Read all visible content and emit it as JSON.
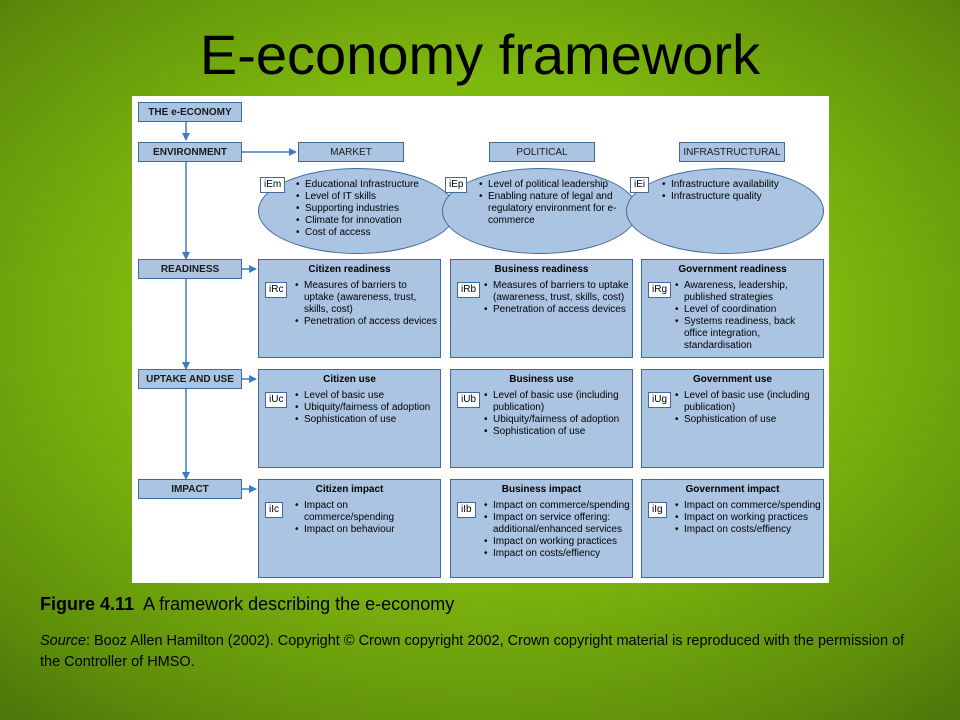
{
  "slide": {
    "title": "E-economy framework"
  },
  "diagram": {
    "root": "THE e-ECONOMY",
    "stages": {
      "environment": "ENVIRONMENT",
      "readiness": "READINESS",
      "uptake": "UPTAKE AND USE",
      "impact": "IMPACT"
    },
    "columns": {
      "market": "MARKET",
      "political": "POLITICAL",
      "infrastructural": "INFRASTRUCTURAL"
    },
    "environment": {
      "market": {
        "code": "iEm",
        "items": [
          "Educational Infrastructure",
          "Level of IT skills",
          "Supporting industries",
          "Climate for innovation",
          "Cost of access"
        ]
      },
      "political": {
        "code": "iEp",
        "items": [
          "Level of political leadership",
          "Enabling nature of legal and regulatory environment for e-commerce"
        ]
      },
      "infrastructural": {
        "code": "iEi",
        "items": [
          "Infrastructure availability",
          "Infrastructure quality"
        ]
      }
    },
    "readiness": {
      "citizen": {
        "title": "Citizen readiness",
        "code": "iRc",
        "items": [
          "Measures of barriers to uptake (awareness, trust, skills, cost)",
          "Penetration of access devices"
        ]
      },
      "business": {
        "title": "Business readiness",
        "code": "iRb",
        "items": [
          "Measures of barriers to uptake (awareness, trust, skills, cost)",
          "Penetration of access devices"
        ]
      },
      "government": {
        "title": "Government readiness",
        "code": "iRg",
        "items": [
          "Awareness, leadership, published strategies",
          "Level of coordination",
          "Systems readiness, back office integration, standardisation"
        ]
      }
    },
    "uptake": {
      "citizen": {
        "title": "Citizen use",
        "code": "iUc",
        "items": [
          "Level of basic use",
          "Ubiquity/fairness of adoption",
          "Sophistication of use"
        ]
      },
      "business": {
        "title": "Business use",
        "code": "iUb",
        "items": [
          "Level of basic use (including publication)",
          "Ubiquity/fairness of adoption",
          "Sophistication of use"
        ]
      },
      "government": {
        "title": "Government use",
        "code": "iUg",
        "items": [
          "Level of basic use (including publication)",
          "Sophistication of use"
        ]
      }
    },
    "impact": {
      "citizen": {
        "title": "Citizen impact",
        "code": "iIc",
        "items": [
          "Impact on commerce/spending",
          "Impact on behaviour"
        ]
      },
      "business": {
        "title": "Business impact",
        "code": "iIb",
        "items": [
          "Impact on commerce/spending",
          "Impact on service offering: additional/enhanced services",
          "Impact on working practices",
          "Impact on costs/effiency"
        ]
      },
      "government": {
        "title": "Government impact",
        "code": "iIg",
        "items": [
          "Impact on commerce/spending",
          "Impact on working practices",
          "Impact on costs/effiency"
        ]
      }
    }
  },
  "caption": {
    "label": "Figure 4.11",
    "text": "A framework describing the e-economy"
  },
  "source": {
    "label": "Source",
    "text": ": Booz Allen Hamilton (2002). Copyright © Crown copyright 2002, Crown copyright material is reproduced with the permission of the Controller of HMSO."
  },
  "colors": {
    "box_fill": "#aac4e2",
    "box_border": "#3e6b9b",
    "arrow": "#3e7bbf",
    "background": "#8cc412"
  }
}
